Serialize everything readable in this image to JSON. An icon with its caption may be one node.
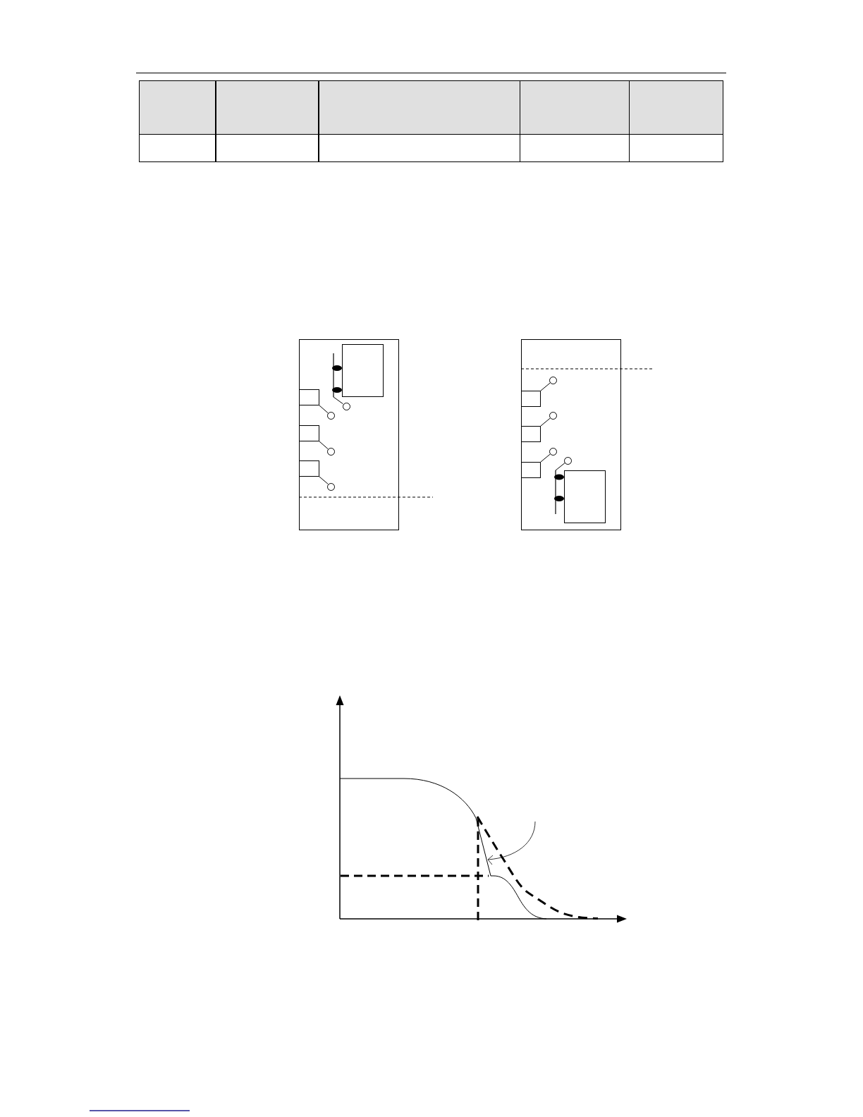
{
  "diagram": {
    "nodes": [
      {
        "text": [],
        "shape": "box"
      },
      {
        "text": [],
        "shape": "box",
        "in": 0
      },
      {
        "text": [],
        "shape": "bar",
        "in": 0
      },
      {
        "text": [],
        "shape": "box",
        "in": 0
      },
      {
        "text": [],
        "shape": "circle",
        "in": 0
      },
      {
        "text": [],
        "shape": "circle",
        "in": 0
      },
      {
        "text": [],
        "shape": "box",
        "in": 0
      },
      {
        "text": [],
        "shape": "circle",
        "in": 0
      },
      {
        "text": [],
        "shape": "box",
        "in": 0
      },
      {
        "text": [],
        "shape": "circle",
        "in": 0
      },
      {
        "text": [],
        "shape": "box"
      },
      {
        "text": [],
        "shape": "circle",
        "in": 10
      },
      {
        "text": [],
        "shape": "box",
        "in": 10
      },
      {
        "text": [],
        "shape": "circle",
        "in": 10
      },
      {
        "text": [],
        "shape": "box",
        "in": 10
      },
      {
        "text": [],
        "shape": "circle",
        "in": 10
      },
      {
        "text": [],
        "shape": "circle",
        "in": 10
      },
      {
        "text": [],
        "shape": "box",
        "in": 10
      },
      {
        "text": [],
        "shape": "box",
        "in": 10
      },
      {
        "text": [],
        "shape": "bar",
        "in": 10
      }
    ],
    "edges": [
      {
        "from": 4,
        "to": 2,
        "arrow": "none"
      },
      {
        "from": 5,
        "to": 3,
        "arrow": "none"
      },
      {
        "from": 7,
        "to": 6,
        "arrow": "none"
      },
      {
        "from": 9,
        "to": 8,
        "arrow": "none"
      },
      {
        "from": 11,
        "to": 12,
        "arrow": "none"
      },
      {
        "from": 13,
        "to": 14,
        "arrow": "none"
      },
      {
        "from": 15,
        "to": 17,
        "arrow": "none"
      },
      {
        "from": 16,
        "to": 19,
        "arrow": "none"
      }
    ]
  }
}
